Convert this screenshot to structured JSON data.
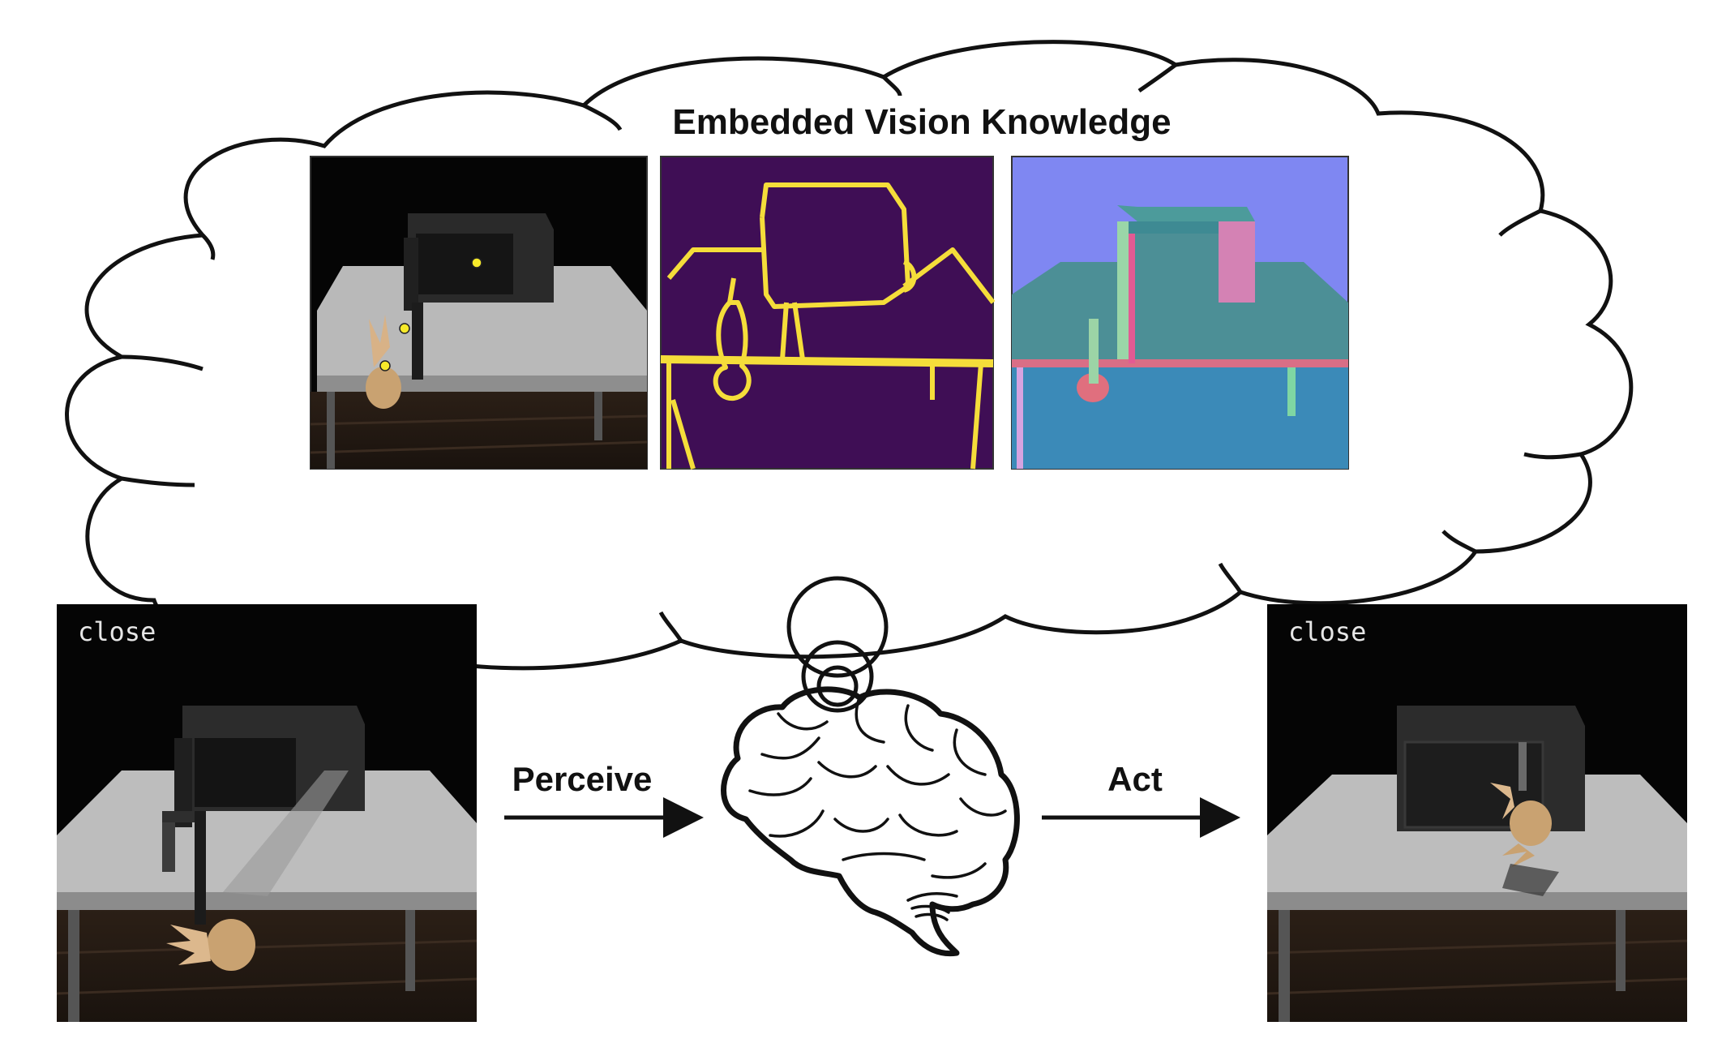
{
  "title": "Embedded Vision Knowledge",
  "arrows": {
    "perceive": "Perceive",
    "act": "Act"
  },
  "frames": {
    "left_caption": "close",
    "right_caption": "close"
  },
  "colors": {
    "edge_background": "#3f0e55",
    "edge_lines": "#f5dd3a",
    "normal_background": "#7f87f2",
    "normal_top": "#4c8f96",
    "keypoint": "#f7ea2a"
  }
}
